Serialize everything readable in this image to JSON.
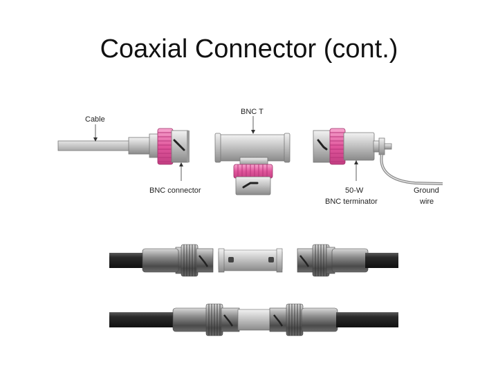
{
  "slide": {
    "title": "Coaxial Connector (cont.)"
  },
  "top_diagram": {
    "labels": {
      "cable": "Cable",
      "bnc_t": "BNC T",
      "bnc_connector": "BNC connector",
      "terminator_line1": "50-W",
      "terminator_line2": "BNC terminator",
      "ground_line1": "Ground",
      "ground_line2": "wire"
    }
  },
  "colors": {
    "accent_pink": "#e0559b",
    "metal": "#bdbdbd",
    "cable_dark": "#2e2e2e"
  }
}
